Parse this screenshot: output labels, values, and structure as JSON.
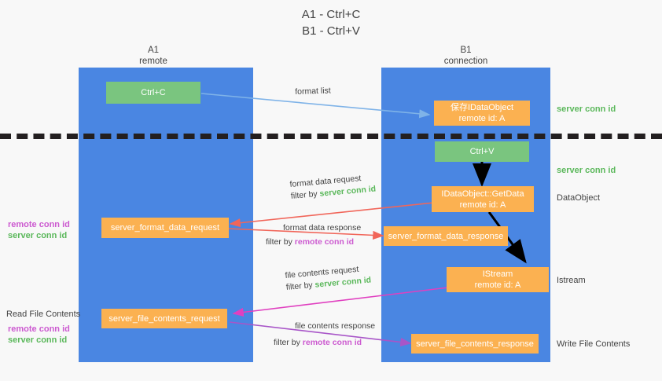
{
  "title": {
    "line1": "A1 - Ctrl+C",
    "line2": "B1 - Ctrl+V"
  },
  "lanes": [
    {
      "id": "a1",
      "name": "A1",
      "sub": "remote"
    },
    {
      "id": "b1",
      "name": "B1",
      "sub": "connection"
    }
  ],
  "colors": {
    "lane": "#4a86e2",
    "green_box": "#7ac57f",
    "orange_box": "#fbb151",
    "server_conn": "#5bb85b",
    "remote_conn": "#cc5ad0",
    "text": "#434343",
    "blue_arrow": "#7fb3e8",
    "red_arrow": "#f1665a",
    "magenta_arrow": "#e040c0",
    "purple_arrow": "#a855c8",
    "black_arrow": "#000000",
    "divider": "#231f20",
    "background": "#f8f8f8"
  },
  "boxes": {
    "ctrl_c": {
      "label": "Ctrl+C",
      "style": "green"
    },
    "save_idataobject": {
      "line1": "保存IDataObject",
      "line2": "remote id: A",
      "style": "orange"
    },
    "ctrl_v": {
      "label": "Ctrl+V",
      "style": "green"
    },
    "getdata": {
      "line1": "IDataObject::GetData",
      "line2": "remote id: A",
      "style": "orange"
    },
    "format_data_request": {
      "label": "server_format_data_request",
      "style": "orange"
    },
    "format_data_response": {
      "label": "server_format_data_response",
      "style": "orange"
    },
    "istream": {
      "line1": "IStream",
      "line2": "remote id: A",
      "style": "orange"
    },
    "file_contents_request": {
      "label": "server_file_contents_request",
      "style": "orange"
    },
    "file_contents_response": {
      "label": "server_file_contents_response",
      "style": "orange"
    }
  },
  "right_labels": {
    "server_conn_top": "server conn id",
    "server_conn_mid": "server conn id",
    "dataobject": "DataObject",
    "istream": "Istream",
    "write_file_contents": "Write File Contents"
  },
  "left_labels": {
    "remote_conn_1": "remote conn id",
    "server_conn_1": "server conn id",
    "read_file_contents": "Read File Contents",
    "remote_conn_2": "remote conn id",
    "server_conn_2": "server conn id"
  },
  "annotations": {
    "format_list": "format list",
    "format_data_request_l1": "format data request",
    "format_data_request_l2_pre": "filter by ",
    "format_data_request_l2_hl": "server conn id",
    "format_data_response_l1": "format data response",
    "format_data_response_l2_pre": "filter by ",
    "format_data_response_l2_hl": "remote conn id",
    "file_contents_request_l1": "file contents request",
    "file_contents_request_l2_pre": "filter by ",
    "file_contents_request_l2_hl": "server conn id",
    "file_contents_response_l1": "file contents response",
    "file_contents_response_l2_pre": "filter by ",
    "file_contents_response_l2_hl": "remote conn id"
  }
}
